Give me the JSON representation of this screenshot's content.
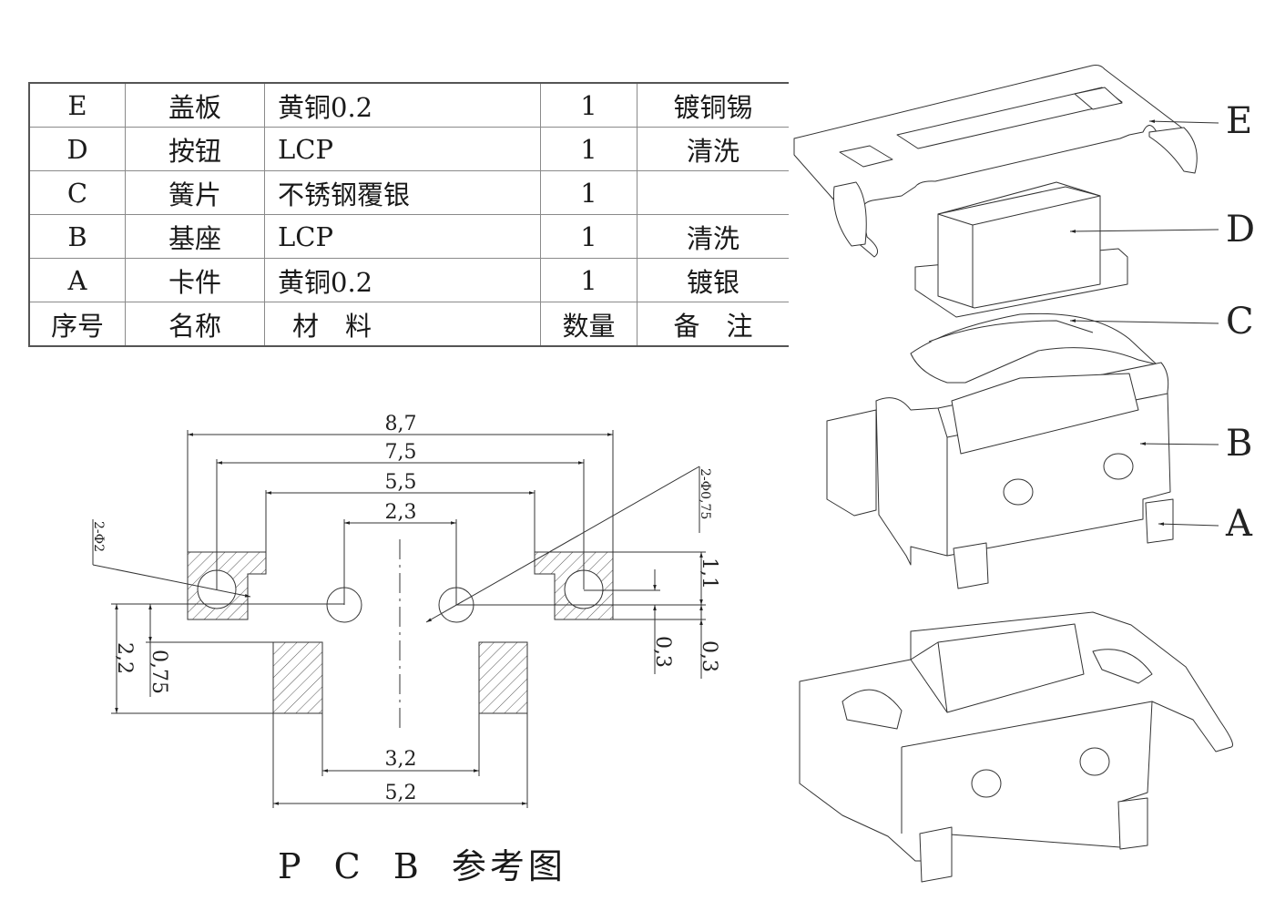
{
  "bom_table": {
    "rows": [
      {
        "id": "E",
        "name": "盖板",
        "material": "黄铜0.2",
        "qty": "1",
        "remark": "镀铜锡"
      },
      {
        "id": "D",
        "name": "按钮",
        "material": "LCP",
        "qty": "1",
        "remark": "清洗"
      },
      {
        "id": "C",
        "name": "簧片",
        "material": "不锈钢覆银",
        "qty": "1",
        "remark": ""
      },
      {
        "id": "B",
        "name": "基座",
        "material": "LCP",
        "qty": "1",
        "remark": "清洗"
      },
      {
        "id": "A",
        "name": "卡件",
        "material": "黄铜0.2",
        "qty": "1",
        "remark": "镀银"
      }
    ],
    "header": {
      "id": "序号",
      "name": "名称",
      "material": "材　料",
      "qty": "数量",
      "remark": "备　注"
    }
  },
  "pcb_drawing": {
    "dimensions": {
      "overall_width": "8,7",
      "mounting_hole_pitch": "7,5",
      "pad_outer_width": "5,5",
      "pin_hole_pitch": "2,3",
      "smd_pad_inner_gap": "3,2",
      "smd_pad_outer_width": "5,2",
      "pad_height_upper": "1,1",
      "offset_right_inner": "0,3",
      "offset_right_outer": "0,3",
      "vertical_total": "2,2",
      "vertical_gap": "0,75"
    },
    "callouts": {
      "mounting_holes": "2-Φ2",
      "pin_holes": "2-Φ0,75"
    },
    "caption": [
      "P",
      "C",
      "B",
      "参考图"
    ]
  },
  "exploded_view": {
    "labels": [
      "E",
      "D",
      "C",
      "B",
      "A"
    ]
  },
  "colors": {
    "line": "#333333",
    "hatch": "#555555",
    "table_border": "#8a8a8a"
  }
}
